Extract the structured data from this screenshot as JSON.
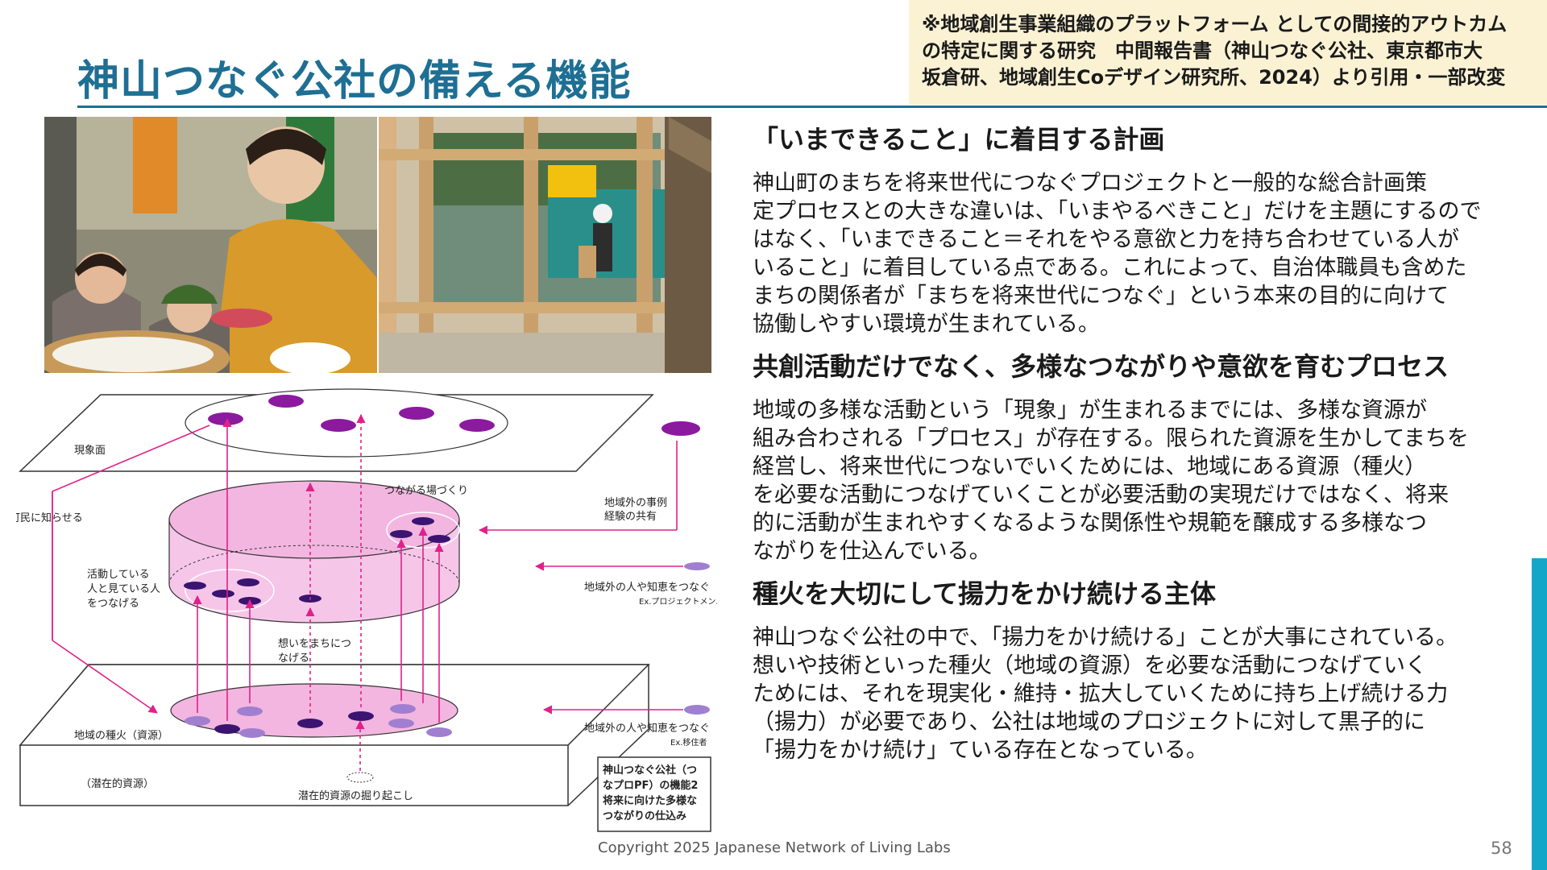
{
  "title": "神山つなぐ公社の備える機能",
  "citation": {
    "lines": [
      "※地域創生事業組織のプラットフォーム としての間接的アウトカム",
      "の特定に関する研究　中間報告書（神山つなぐ公社、東京都市大",
      "坂倉研、地域創生Coデザイン研究所、2024）より引用・一部改変"
    ]
  },
  "diagram": {
    "labels": {
      "phenomenon_plane": "現象面",
      "notify_residents": "町民に知らせる",
      "connected_place": "つながる場づくり",
      "outside_cases_1": "地域外の事例",
      "outside_cases_2": "経験の共有",
      "active_people_1": "活動している",
      "active_people_2": "人と見ている人",
      "active_people_3": "をつなげる",
      "outside_knowledge": "地域外の人や知恵をつなぐ",
      "outside_knowledge_ex": "Ex.プロジェクトメンバ",
      "thoughts_1": "想いをまちにつ",
      "thoughts_2": "なげる",
      "seeds": "地域の種火（資源）",
      "outside_knowledge_2": "地域外の人や知恵をつなぐ",
      "outside_knowledge_2_ex": "Ex.移住者",
      "latent": "（潜在的資源）",
      "dig_up": "潜在的資源の掘り起こし"
    },
    "caption_box": [
      "神山つなぐ公社（つ",
      "なプロPF）の機能2",
      "将来に向けた多様な",
      "つながりの仕込み"
    ],
    "colors": {
      "magenta": "#e0218a",
      "purple_dot": "#8b1a9e",
      "pink_fill": "#f6c6e9",
      "violet_dot": "#a07fd0"
    }
  },
  "sections": [
    {
      "heading": "「いまできること」に着目する計画",
      "lines": [
        "神山町のまちを将来世代につなぐプロジェクトと一般的な総合計画策",
        "定プロセスとの大きな違いは、「いまやるべきこと」だけを主題にするので",
        "はなく、「いまできること＝それをやる意欲と力を持ち合わせている人が",
        "いること」に着目している点である。これによって、自治体職員も含めた",
        "まちの関係者が「まちを将来世代につなぐ」という本来の目的に向けて",
        "協働しやすい環境が生まれている。"
      ]
    },
    {
      "heading": "共創活動だけでなく、多様なつながりや意欲を育むプロセス",
      "lines": [
        "地域の多様な活動という「現象」が生まれるまでには、多様な資源が",
        "組み合わされる「プロセス」が存在する。限られた資源を生かしてまちを",
        "経営し、将来世代につないでいくためには、地域にある資源（種火）",
        "を必要な活動につなげていくことが必要活動の実現だけではなく、将来",
        "的に活動が生まれやすくなるような関係性や規範を醸成する多様なつ",
        "ながりを仕込んでいる。"
      ]
    },
    {
      "heading": "種火を大切にして揚力をかけ続ける主体",
      "lines": [
        "神山つなぐ公社の中で、「揚力をかけ続ける」ことが大事にされている。",
        "想いや技術といった種火（地域の資源）を必要な活動につなげていく",
        "ためには、それを現実化・維持・拡大していくために持ち上げ続ける力",
        "（揚力）が必要であり、公社は地域のプロジェクトに対して黒子的に",
        "「揚力をかけ続け」ている存在となっている。"
      ]
    }
  ],
  "footer": "Copyright 2025  Japanese Network of Living Labs",
  "page_number": "58",
  "accent_color": "#14a6c9",
  "title_color": "#1e6f93"
}
